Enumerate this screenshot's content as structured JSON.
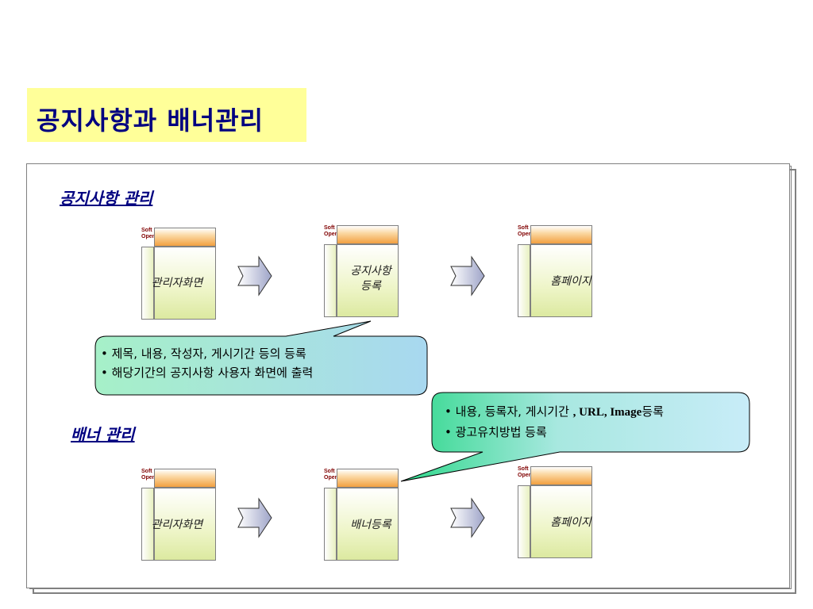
{
  "page": {
    "title": "공지사항과  배너관리"
  },
  "notice_section": {
    "title": "공지사항 관리",
    "docs": [
      {
        "label_line1": "관리자화면",
        "label_line2": ""
      },
      {
        "label_line1": "공지사항",
        "label_line2": "등록"
      },
      {
        "label_line1": "홈페이지",
        "label_line2": ""
      }
    ],
    "callout_lines": [
      "• 제목, 내용, 작성자, 게시기간  등의 등록",
      "• 해당기간의 공지사항 사용자 화면에 출력"
    ]
  },
  "banner_section": {
    "title": "배너 관리",
    "docs": [
      {
        "label_line1": "관리자화면",
        "label_line2": ""
      },
      {
        "label_line1": "배너등록",
        "label_line2": ""
      },
      {
        "label_line1": "홈페이지",
        "label_line2": ""
      }
    ],
    "callout_line1_prefix": "• 내용, 등록자, 게시기간 ",
    "callout_line1_latin": ", URL, Image",
    "callout_line1_suffix": "등록",
    "callout_line2": "• 광고유치방법 등록"
  },
  "logo_text": {
    "line1": "Soft",
    "line2": "Open"
  },
  "colors": {
    "title_bg": "#ffff99",
    "title_text": "#000080",
    "callout1_gradient": [
      "#a6f0c8",
      "#a8d8f0"
    ],
    "callout2_gradient": [
      "#2ed88a",
      "#c8ecf8"
    ]
  }
}
